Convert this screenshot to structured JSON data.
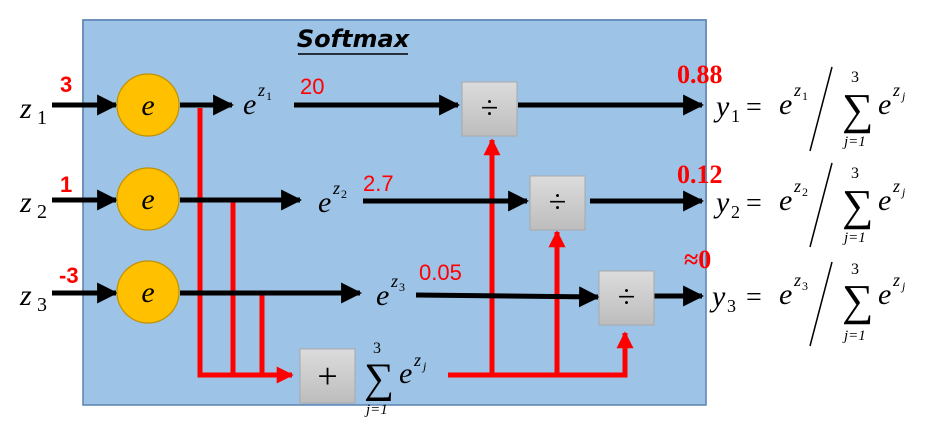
{
  "title": "Softmax",
  "colors": {
    "box_fill": "#9dc3e6",
    "box_stroke": "#5b82b0",
    "exp_node_fill": "#ffc000",
    "exp_node_stroke": "#c09000",
    "operator_fill": "#d3d3d3",
    "red": "#ff0000",
    "black": "#000000"
  },
  "inputs": [
    {
      "var": "z",
      "sub": "1",
      "value": "3"
    },
    {
      "var": "z",
      "sub": "2",
      "value": "1"
    },
    {
      "var": "z",
      "sub": "3",
      "value": "-3"
    }
  ],
  "exp_node_label": "e",
  "exponentials": [
    {
      "base": "e",
      "exp_var": "z",
      "exp_sub": "1",
      "value": "20"
    },
    {
      "base": "e",
      "exp_var": "z",
      "exp_sub": "2",
      "value": "2.7"
    },
    {
      "base": "e",
      "exp_var": "z",
      "exp_sub": "3",
      "value": "0.05"
    }
  ],
  "sum_operator": "+",
  "divide_operator": "÷",
  "sum_expression": {
    "sigma": "∑",
    "upper": "3",
    "lower": "j=1",
    "base": "e",
    "exp_var": "z",
    "exp_sub": "j"
  },
  "outputs": [
    {
      "var": "y",
      "sub": "1",
      "value": "0.88",
      "num_sub": "1"
    },
    {
      "var": "y",
      "sub": "2",
      "value": "0.12",
      "num_sub": "2"
    },
    {
      "var": "y",
      "sub": "3",
      "value": "≈0",
      "num_sub": "3"
    }
  ],
  "equals": "="
}
